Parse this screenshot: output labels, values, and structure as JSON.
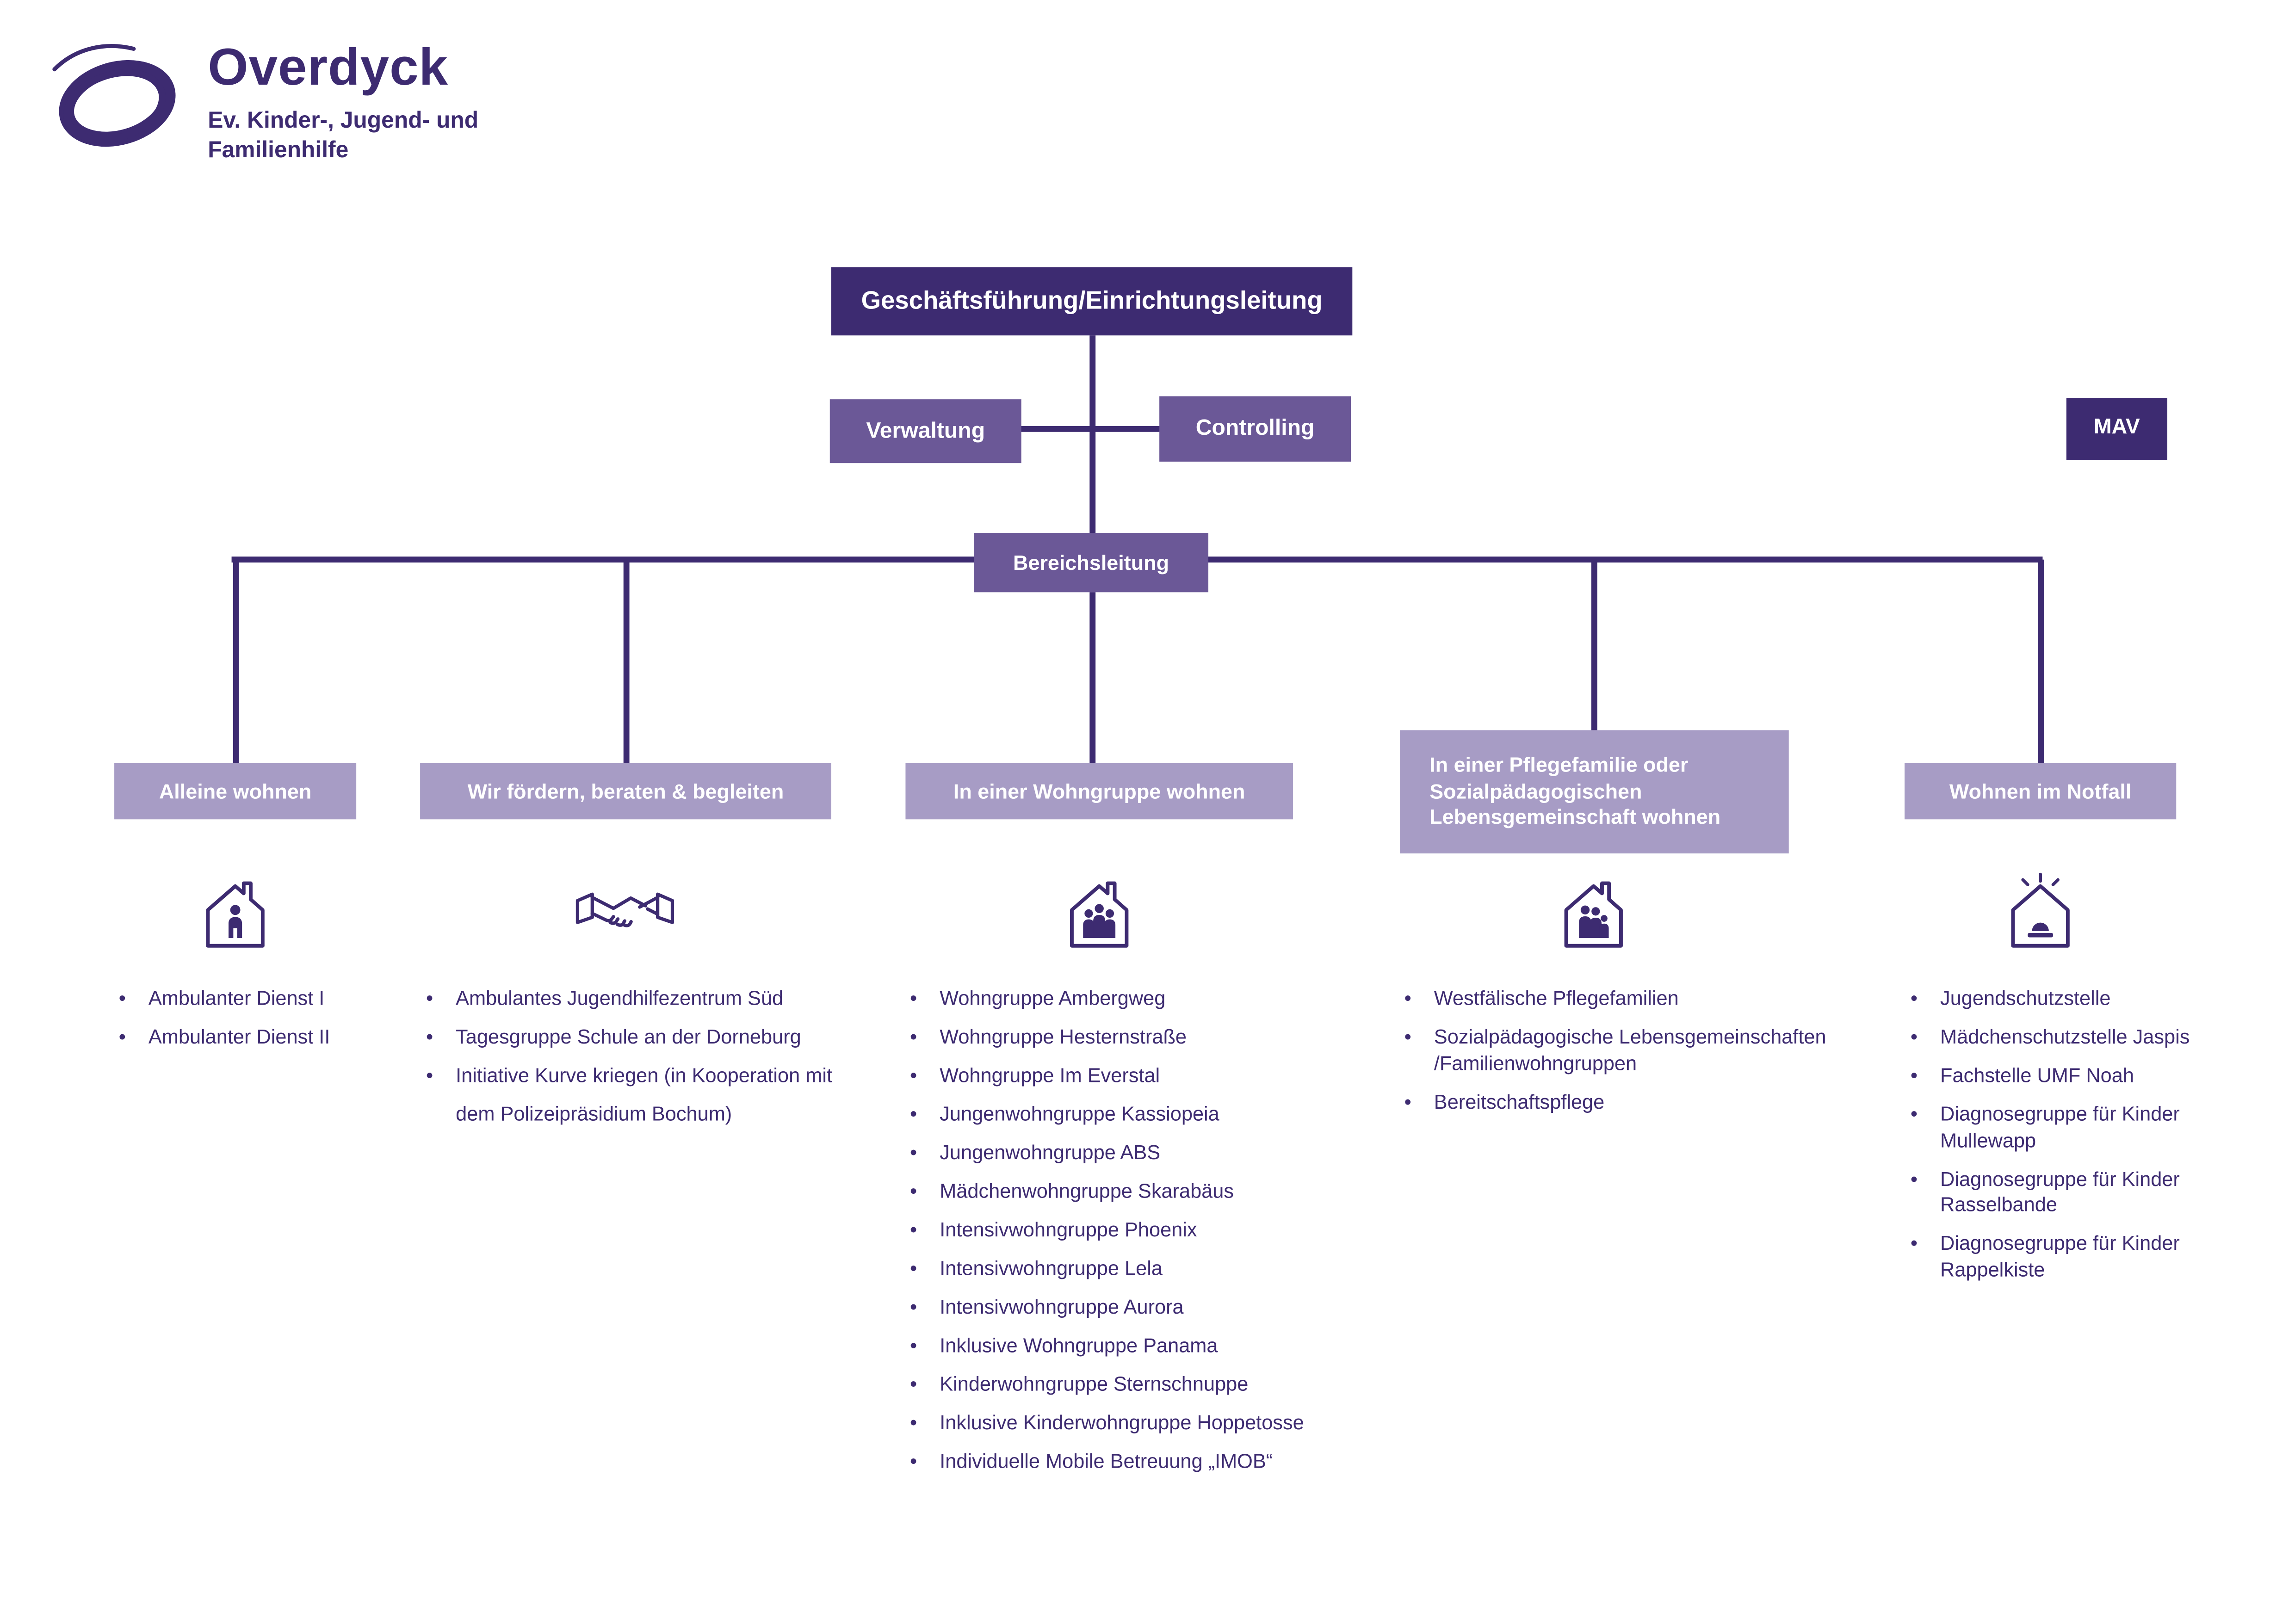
{
  "logo": {
    "title": "Overdyck",
    "subtitle": [
      "Ev. Kinder-, Jugend- und",
      "Familienhilfe"
    ]
  },
  "colors": {
    "dark_purple": "#3d2b71",
    "mid_purple": "#6b5897",
    "light_purple": "#a79cc5",
    "background": "#ffffff"
  },
  "org": {
    "root": "Geschäftsführung/Einrichtungsleitung",
    "staff_left": "Verwaltung",
    "staff_right": "Controlling",
    "mav": "MAV",
    "area_lead": "Bereichsleitung",
    "branches": [
      {
        "title": "Alleine wohnen",
        "icon": "house-single-person-icon",
        "items": [
          "Ambulanter Dienst I",
          "Ambulanter Dienst II"
        ]
      },
      {
        "title": "Wir fördern, beraten & begleiten",
        "icon": "handshake-icon",
        "items": [
          "Ambulantes Jugendhilfezentrum Süd",
          "Tagesgruppe Schule an der Dorneburg",
          "Initiative Kurve kriegen (in Kooperation mit dem Polizeipräsidium Bochum)"
        ]
      },
      {
        "title": "In einer Wohngruppe wohnen",
        "icon": "house-group-icon",
        "items": [
          "Wohngruppe Ambergweg",
          "Wohngruppe Hesternstraße",
          "Wohngruppe Im Everstal",
          "Jungenwohngruppe Kassiopeia",
          "Jungenwohngruppe ABS",
          "Mädchenwohngruppe Skarabäus",
          "Intensivwohngruppe Phoenix",
          "Intensivwohngruppe Lela",
          "Intensivwohngruppe Aurora",
          "Inklusive Wohngruppe Panama",
          "Kinderwohngruppe Sternschnuppe",
          "Inklusive Kinderwohngruppe Hoppetosse",
          "Individuelle Mobile Betreuung „IMOB“"
        ]
      },
      {
        "title": "In einer Pflegefamilie oder Sozialpädagogischen Lebensgemeinschaft wohnen",
        "icon": "house-family-icon",
        "items": [
          "Westfälische Pflegefamilien",
          "Sozialpädagogische Lebensgemeinschaften /Familienwohngruppen",
          "Bereitschaftspflege"
        ]
      },
      {
        "title": "Wohnen im Notfall",
        "icon": "house-alarm-icon",
        "items": [
          "Jugendschutzstelle",
          "Mädchenschutzstelle Jaspis",
          "Fachstelle UMF Noah",
          "Diagnosegruppe für Kinder Mullewapp",
          "Diagnosegruppe für Kinder Rasselbande",
          "Diagnosegruppe für Kinder Rappelkiste"
        ]
      }
    ]
  }
}
